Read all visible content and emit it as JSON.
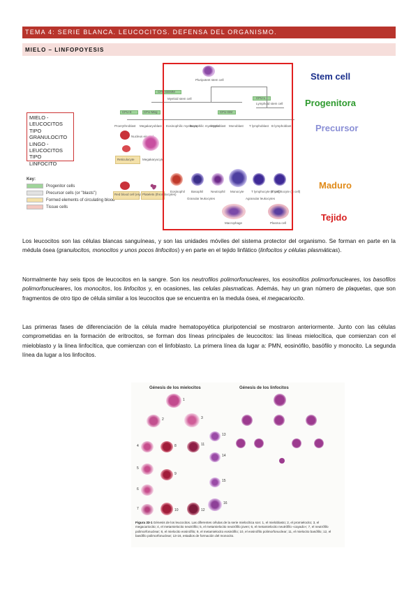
{
  "header": {
    "title": "TEMA 4: SERIE BLANCA. LEUCOCITOS. DEFENSA DEL ORGANISMO.",
    "subtitle": "MIELO – LINFOPOYESIS"
  },
  "figure1": {
    "legend_box": [
      "MIELO -",
      "LEUCOCITOS TIPO",
      "GRANULOCITO",
      "LINGO -",
      "LEUCOCITOS TIPO",
      "LINFOCITO"
    ],
    "stages": [
      {
        "label": "Stem cell",
        "color": "#1a2f8c"
      },
      {
        "label": "Progenitora",
        "color": "#2e9a2e"
      },
      {
        "label": "Precursor",
        "color": "#8a8fd6"
      },
      {
        "label": "Maduro",
        "color": "#e08a18"
      },
      {
        "label": "Tejido",
        "color": "#d82020"
      }
    ],
    "key": {
      "title": "Key:",
      "items": [
        {
          "label": "Progenitor cells",
          "color": "#9fd49a"
        },
        {
          "label": "Precursor cells (or \"blasts\")",
          "color": "#e2e2e2"
        },
        {
          "label": "Formed elements of circulating blood",
          "color": "#f4e1a9"
        },
        {
          "label": "Tissue cells",
          "color": "#f3c8c0"
        }
      ]
    },
    "labels": {
      "pluripotent": "Pluripotent stem cell",
      "myeloid": "Myeloid stem cell",
      "lymphoid": "Lymphoid stem cell",
      "cfu_gemm": "CFU-GEMM",
      "cfu_l": "CFU-L",
      "cfu_e": "CFU-E",
      "cfu_meg": "CFU-Meg",
      "cfu_gm": "CFU-GM",
      "proerythroblast": "Proerythroblast",
      "megakaryoblast": "Megakaryoblast",
      "eosinophilic_myelocyte": "Eosinophilic myelocyte",
      "basophilic_myelocyte": "Basophilic myelocyte",
      "myeloblast": "Myeloblast",
      "monoblast": "Monoblast",
      "t_lymphoblast": "T lymphoblast",
      "b_lymphoblast": "B lymphoblast",
      "nucleus_ejected": "Nucleus ejected",
      "reticulocyte": "Reticulocyte",
      "megakaryocyte": "Megakaryocyte",
      "eosinophil": "Eosinophil",
      "basophil": "Basophil",
      "neutrophil": "Neutrophil",
      "monocyte": "Monocyte",
      "t_lymphocyte": "T lymphocyte (T cell)",
      "b_lymphocyte": "B lymphocyte (B cell)",
      "red_blood_cell": "Red blood cell (erythrocyte)",
      "platelets": "Platelets (thrombocytes)",
      "granular_leukocytes": "Granular leukocytes",
      "agranular_leukocytes": "Agranular leukocytes",
      "macrophage": "Macrophage",
      "plasma_cell": "Plasma cell"
    }
  },
  "paragraph1": {
    "parts": [
      {
        "t": "Los leucocitos son las células blancas sanguíneas, y son las unidades móviles del sistema protector del organismo. Se forman en parte en la médula ósea (",
        "i": false
      },
      {
        "t": "granulocitos, monocitos y unos pocos linfocitos",
        "i": true
      },
      {
        "t": ") y en parte en el tejido linfático (",
        "i": false
      },
      {
        "t": "linfocitos y células plasmáticas",
        "i": true
      },
      {
        "t": ").",
        "i": false
      }
    ]
  },
  "paragraph2": {
    "parts": [
      {
        "t": "Normalmente hay seis tipos de leucocitos en la sangre. Son los ",
        "i": false
      },
      {
        "t": "neutrofilos polimorfonucleares",
        "i": true
      },
      {
        "t": ", los ",
        "i": false
      },
      {
        "t": "eosinofilos polimorfonucleares",
        "i": true
      },
      {
        "t": ", los ",
        "i": false
      },
      {
        "t": "basofilos polimorfonucleares",
        "i": true
      },
      {
        "t": ", los ",
        "i": false
      },
      {
        "t": "monocitos",
        "i": true
      },
      {
        "t": ", los ",
        "i": false
      },
      {
        "t": "linfocitos",
        "i": true
      },
      {
        "t": " y, en ocasiones, las ",
        "i": false
      },
      {
        "t": "celulas plasmaticas",
        "i": true
      },
      {
        "t": ". Además, hay un gran número de ",
        "i": false
      },
      {
        "t": "plaquetas",
        "i": true
      },
      {
        "t": ", que son fragmentos de otro tipo de célula similar a los leucocitos que se encuentra en la medula ósea, el ",
        "i": false
      },
      {
        "t": "megacariocito",
        "i": true
      },
      {
        "t": ".",
        "i": false
      }
    ]
  },
  "paragraph3": {
    "text": "Las primeras fases de diferenciación de la célula madre hematopoyética pluripotencial se mostraron anteriormente. Junto con las células comprometidas en la formación de eritrocitos, se forman dos líneas principales de leucocitos: las líneas mielocítica, que comienzan con el mieloblasto y la línea linfocítica, que comienzan con el linfoblasto. La primera línea da lugar a: PMN, eosinófilo, basófilo y monocito. La segunda línea da lugar a los linfocitos."
  },
  "figure2": {
    "title_left": "Génesis de los mielocitos",
    "title_right": "Génesis de los linfocitos",
    "numbers": [
      "1",
      "2",
      "3",
      "4",
      "5",
      "6",
      "7",
      "8",
      "9",
      "10",
      "11",
      "12",
      "13",
      "14",
      "15",
      "16"
    ],
    "caption_label": "Figura 33-1",
    "caption_text": "Génesis de los leucocitos. Las diferentes células de la serie mielocítica son: 1, el mieloblasto; 2, el promielocito; 3, el megacariocito; 4, el metamielocito neutrófilo; 5, el metamielocito neutrófilo joven; 6, el metamielocito neutrófilo «cayado»; 7, el neutrófilo polimorfonuclear; 8, el mielocito eosinófilo; 9, el metamielocito eosinófilo; 10, el eosinófilo polimorfonuclear; 11, el mielocito basófilo; 12, el basófilo polimorfonuclear; 13-16, estadios de formación del monocito."
  }
}
